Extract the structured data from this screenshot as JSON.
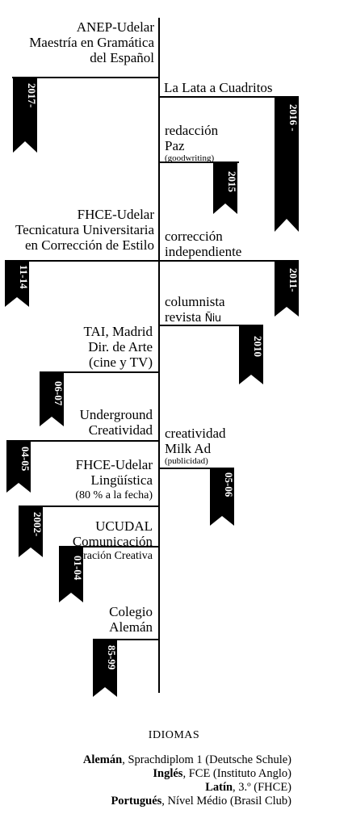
{
  "timeline": {
    "left_entries": [
      {
        "id": "anep",
        "lines": [
          "ANEP-Udelar",
          "Maestría en Gramática",
          "del Español"
        ]
      },
      {
        "id": "fhce-tec",
        "lines": [
          "FHCE-Udelar",
          "Tecnicatura Universitaria",
          "en Corrección de Estilo"
        ]
      },
      {
        "id": "tai",
        "lines": [
          "TAI,  Madrid",
          "Dir. de Arte",
          "(cine y TV)"
        ]
      },
      {
        "id": "underground",
        "lines": [
          "Underground",
          "Creatividad"
        ]
      },
      {
        "id": "fhce-ling",
        "lines": [
          "FHCE-Udelar",
          "Lingüística"
        ],
        "note": "(80 % a la fecha)"
      },
      {
        "id": "ucudal",
        "lines": [
          "UCUDAL",
          "Comunicación"
        ],
        "note": "Narración Creativa"
      },
      {
        "id": "colegio",
        "lines": [
          "Colegio",
          "Alemán"
        ]
      }
    ],
    "right_entries": [
      {
        "id": "lata",
        "lines": [
          "La Lata a Cuadritos"
        ]
      },
      {
        "id": "paz",
        "lines": [
          "redacción",
          "Paz"
        ],
        "note": "(goodwriting)"
      },
      {
        "id": "correccion",
        "lines": [
          "corrección",
          "independiente"
        ]
      },
      {
        "id": "columnista",
        "lines": [
          "columnista",
          "revista"
        ],
        "logo": "Ñiu"
      },
      {
        "id": "milk",
        "lines": [
          "creatividad",
          "Milk Ad"
        ],
        "note": "(publicidad)"
      }
    ],
    "flags": [
      "2017-",
      "2016 -",
      "2015",
      "11-14",
      "2011-",
      "2010",
      "06-07",
      "04-05",
      "05-06",
      "2002-",
      "01-04",
      "85-99"
    ]
  },
  "languages": {
    "title": "IDIOMAS",
    "items": [
      {
        "name": "Alemán",
        "detail": ", Sprachdiplom 1 (Deutsche Schule)"
      },
      {
        "name": "Inglés",
        "detail": ", FCE (Instituto Anglo)"
      },
      {
        "name": "Latín",
        "detail": ", 3.º (FHCE)"
      },
      {
        "name": "Portugués",
        "detail": ", Nível Médio (Brasil Club)"
      }
    ]
  }
}
